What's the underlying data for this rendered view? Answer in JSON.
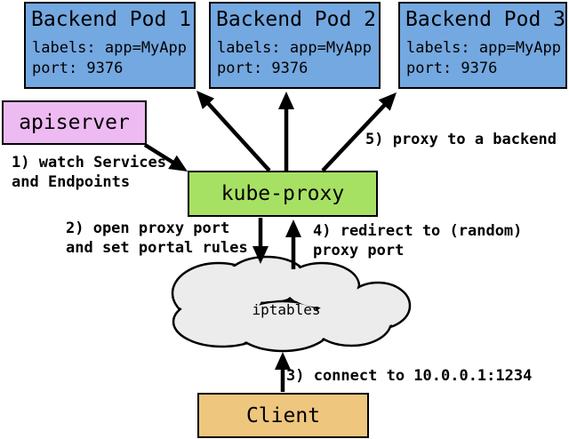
{
  "diagram": {
    "title": "kube-proxy userspace proxy flow",
    "pods": [
      {
        "title": "Backend Pod 1",
        "labels": "labels: app=MyApp",
        "port": "port: 9376"
      },
      {
        "title": "Backend Pod 2",
        "labels": "labels: app=MyApp",
        "port": "port: 9376"
      },
      {
        "title": "Backend Pod 3",
        "labels": "labels: app=MyApp",
        "port": "port: 9376"
      }
    ],
    "apiserver": {
      "label": "apiserver"
    },
    "kube_proxy": {
      "label": "kube-proxy"
    },
    "iptables": {
      "label": "iptables"
    },
    "client": {
      "label": "Client"
    },
    "steps": {
      "step1_line1": "1) watch Services",
      "step1_line2": "and Endpoints",
      "step2_line1": "2) open proxy port",
      "step2_line2": "and set portal rules",
      "step3": "3) connect to 10.0.0.1:1234",
      "step4_line1": "4) redirect to (random)",
      "step4_line2": "proxy port",
      "step5": "5) proxy to a backend"
    },
    "colors": {
      "pod_fill": "#74A8E0",
      "apiserver_fill": "#EEBAF2",
      "kube_proxy_fill": "#A7E163",
      "client_fill": "#EEC67E",
      "cloud_fill": "#ECECEC",
      "border": "#000000",
      "background": "#FFFFFF"
    }
  }
}
